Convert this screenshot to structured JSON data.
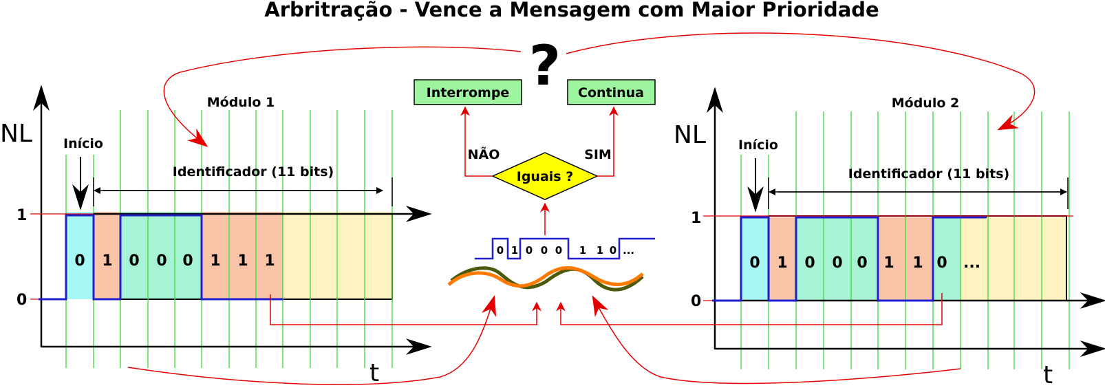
{
  "title": "Arbritração - Vence a Mensagem com Maior Prioridade",
  "question_mark": "?",
  "colors": {
    "start_bit": "#a8f7f7",
    "bit_one": "#f9c4a8",
    "bit_zero": "#a7f3d6",
    "remaining": "#fff2c1",
    "signal": "#1f1fd0",
    "clock": "#42dd42",
    "arrow_red": "#e50000",
    "box_fill": "#9ff59f",
    "diamond_fill": "#ffff00",
    "bus_orange": "#ff7a00",
    "bus_olive": "#4a5a0a"
  },
  "module1": {
    "name": "Módulo 1",
    "axis_y": "NL",
    "axis_x": "t",
    "level_high": "1",
    "level_low": "0",
    "start_label": "Início",
    "id_label": "Identificador (11 bits)",
    "bits": [
      "0",
      "1",
      "0",
      "0",
      "0",
      "1",
      "1",
      "1"
    ]
  },
  "module2": {
    "name": "Módulo 2",
    "axis_y": "NL",
    "axis_x": "t",
    "level_high": "1",
    "level_low": "0",
    "start_label": "Início",
    "id_label": "Identificador (11 bits)",
    "bits": [
      "0",
      "1",
      "0",
      "0",
      "0",
      "1",
      "1",
      "0"
    ],
    "ellipsis": "..."
  },
  "decision": {
    "stop_label": "Interrompe",
    "continue_label": "Continua",
    "no_label": "NÃO",
    "yes_label": "SIM",
    "question": "Iguais ?"
  },
  "bus": {
    "bits": [
      "0",
      "1",
      "0",
      "0",
      "0",
      "1",
      "1",
      "0"
    ],
    "ellipsis": "..."
  }
}
